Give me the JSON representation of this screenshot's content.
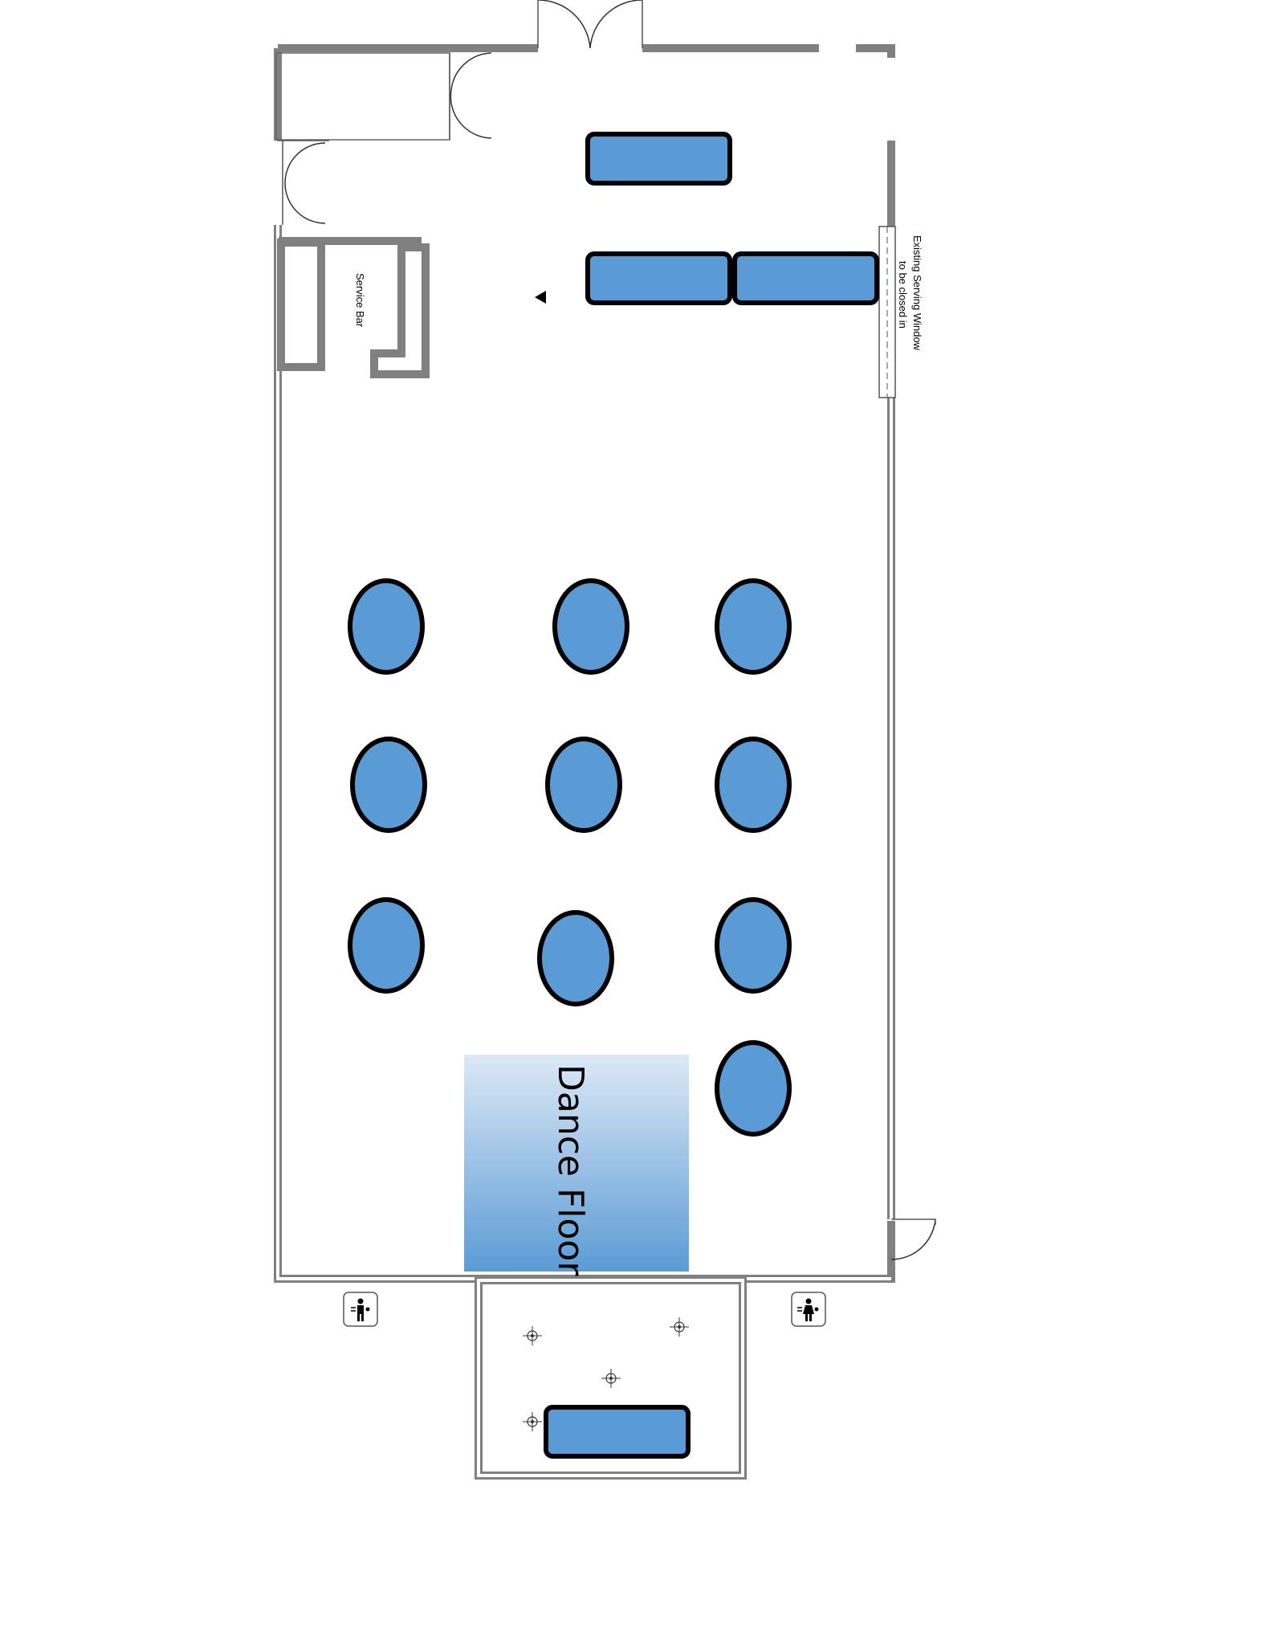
{
  "colors": {
    "table_fill": "#5b9bd5",
    "table_stroke": "#000000",
    "wall": "#808080",
    "dance_floor_top": "#dde9f6",
    "dance_floor_bottom": "#5b9bd5"
  },
  "labels": {
    "service_bar": "Service Bar",
    "serving_window_line1": "Existing Serving Window",
    "serving_window_line2": "to be closed in",
    "dance_floor": "Dance Floor"
  },
  "icons": {
    "restroom_left": "restroom-men-icon",
    "restroom_right": "restroom-women-icon",
    "light_fixture": "light-fixture-icon"
  },
  "furniture": {
    "rectangular_tables": 4,
    "round_tables": 10
  }
}
